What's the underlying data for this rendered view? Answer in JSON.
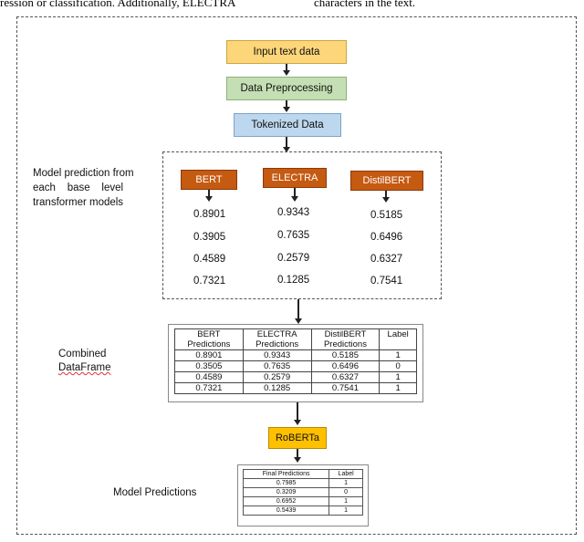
{
  "top_text": {
    "left": "ression or classification. Additionally, ELECTRA",
    "right": "characters in the text."
  },
  "pipeline": {
    "input": "Input text data",
    "preprocess": "Data Preprocessing",
    "tokenized": "Tokenized Data"
  },
  "colors": {
    "input": "#fdd67a",
    "preprocess": "#c5dfb4",
    "tokenized": "#bdd7ee",
    "model": "#c55a11",
    "roberta": "#ffc000"
  },
  "model_section": {
    "label_line1": "Model prediction from",
    "label_line2": "each    base    level",
    "label_line3": "transformer models",
    "models": [
      {
        "name": "BERT",
        "values": [
          "0.8901",
          "0.3905",
          "0.4589",
          "0.7321"
        ]
      },
      {
        "name": "ELECTRA",
        "values": [
          "0.9343",
          "0.7635",
          "0.2579",
          "0.1285"
        ]
      },
      {
        "name": "DistilBERT",
        "values": [
          "0.5185",
          "0.6496",
          "0.6327",
          "0.7541"
        ]
      }
    ]
  },
  "combined": {
    "label_line1": "Combined",
    "label_line2": "DataFrame",
    "headers": [
      [
        "BERT",
        "Predictions"
      ],
      [
        "ELECTRA",
        "Predictions"
      ],
      [
        "DistilBERT",
        "Predictions"
      ],
      [
        "Label",
        ""
      ]
    ],
    "rows": [
      [
        "0.8901",
        "0.9343",
        "0.5185",
        "1"
      ],
      [
        "0.3505",
        "0.7635",
        "0.6496",
        "0"
      ],
      [
        "0.4589",
        "0.2579",
        "0.6327",
        "1"
      ],
      [
        "0.7321",
        "0.1285",
        "0.7541",
        "1"
      ]
    ]
  },
  "roberta": "RoBERTa",
  "final": {
    "label": "Model Predictions",
    "headers": [
      "Final Predictions",
      "Label"
    ],
    "rows": [
      [
        "0.7985",
        "1"
      ],
      [
        "0.3209",
        "0"
      ],
      [
        "0.6952",
        "1"
      ],
      [
        "0.5439",
        "1"
      ]
    ]
  }
}
